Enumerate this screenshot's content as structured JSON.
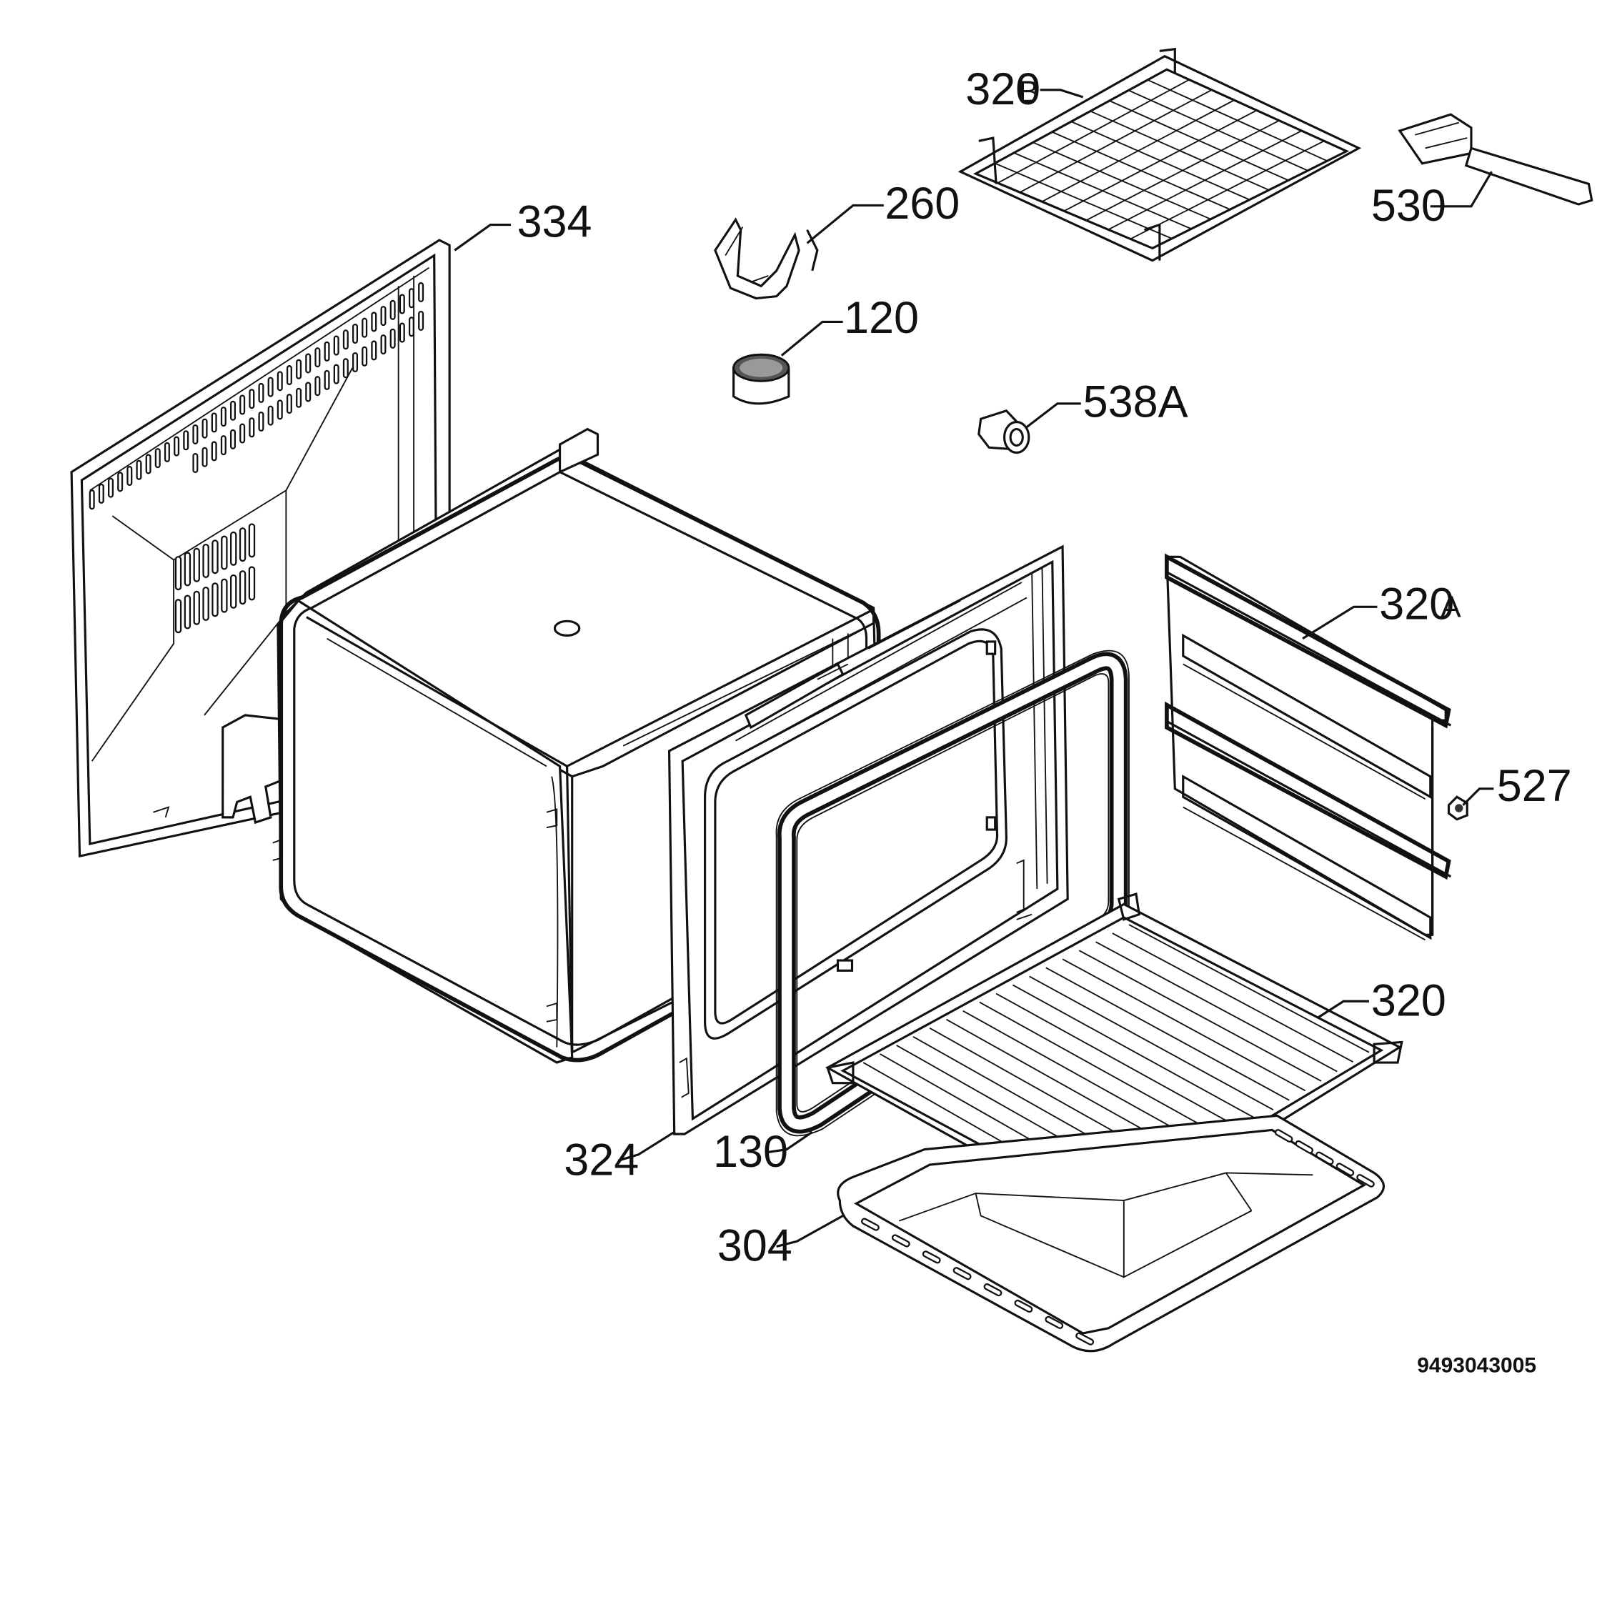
{
  "diagram": {
    "drawing_number": "9493043005",
    "callouts": [
      {
        "id": "320B",
        "text": "320",
        "suffix": "B"
      },
      {
        "id": "530",
        "text": "530"
      },
      {
        "id": "260",
        "text": "260"
      },
      {
        "id": "334",
        "text": "334"
      },
      {
        "id": "120",
        "text": "120"
      },
      {
        "id": "538A",
        "text": "538A"
      },
      {
        "id": "320A",
        "text": "320",
        "suffix": "A"
      },
      {
        "id": "527",
        "text": "527"
      },
      {
        "id": "320",
        "text": "320"
      },
      {
        "id": "324",
        "text": "324"
      },
      {
        "id": "130",
        "text": "130"
      },
      {
        "id": "304",
        "text": "304"
      }
    ]
  }
}
